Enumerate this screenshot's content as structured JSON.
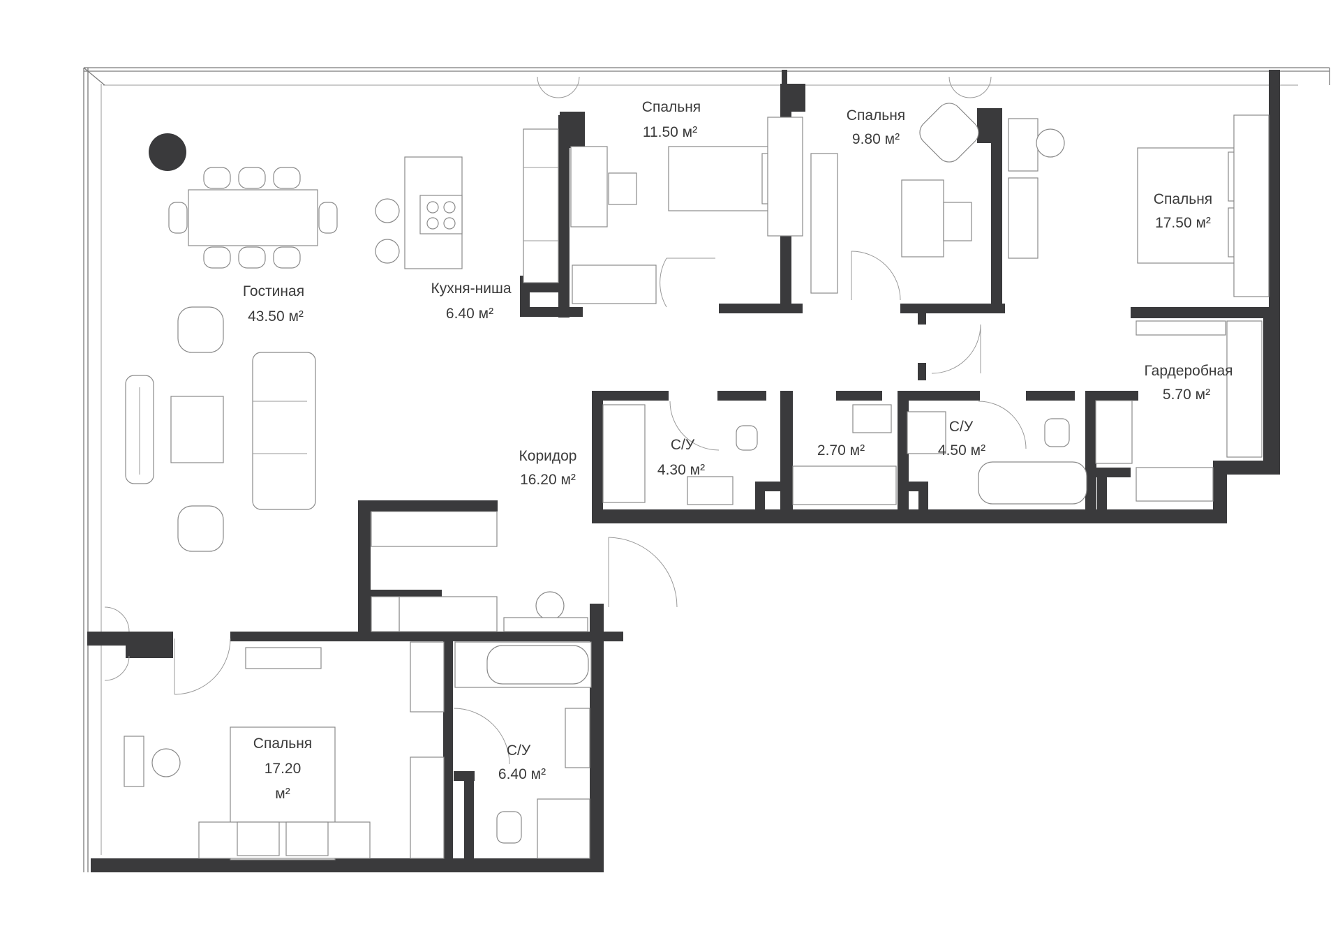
{
  "rooms": {
    "living": {
      "name": "Гостиная",
      "area": "43.50 м²"
    },
    "kitchen": {
      "name": "Кухня-ниша",
      "area": "6.40 м²"
    },
    "bedroom1": {
      "name": "Спальня",
      "area": "11.50 м²"
    },
    "bedroom2": {
      "name": "Спальня",
      "area": "9.80 м²"
    },
    "bedroom3": {
      "name": "Спальня",
      "area": "17.50 м²"
    },
    "wardrobe": {
      "name": "Гардеробная",
      "area": "5.70 м²"
    },
    "corridor": {
      "name": "Коридор",
      "area": "16.20 м²"
    },
    "bath1": {
      "name": "С/У",
      "area": "4.30 м²"
    },
    "storage": {
      "name": "",
      "area": "2.70 м²"
    },
    "bath2": {
      "name": "С/У",
      "area": "4.50 м²"
    },
    "bedroom4": {
      "name": "Спальня",
      "area_line1": "17.20",
      "area_line2": "м²"
    },
    "bath3": {
      "name": "С/У",
      "area": "6.40 м²"
    }
  },
  "colors": {
    "wall": "#3a3a3c",
    "background": "#ffffff",
    "label": "#3b3b3b"
  }
}
